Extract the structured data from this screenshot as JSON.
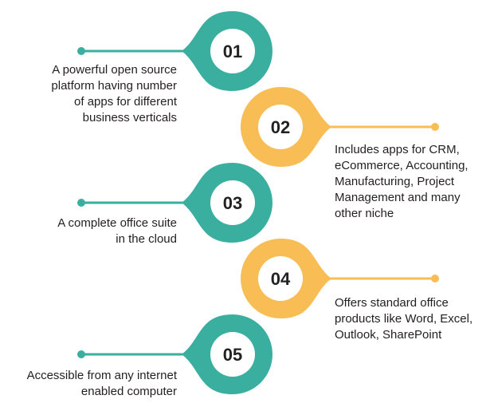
{
  "colors": {
    "teal": "#3aaf9f",
    "yellow": "#f8bd55",
    "text": "#231f20",
    "number": "#222222"
  },
  "steps": [
    {
      "number": "01",
      "color": "teal",
      "lines": [
        "A powerful open source",
        "platform having number",
        "of apps for different",
        "business verticals"
      ]
    },
    {
      "number": "02",
      "color": "yellow",
      "lines": [
        "Includes apps for CRM,",
        "eCommerce, Accounting,",
        "Manufacturing, Project",
        "Management and many",
        "other niche"
      ]
    },
    {
      "number": "03",
      "color": "teal",
      "lines": [
        "A complete office suite",
        "in the cloud"
      ]
    },
    {
      "number": "04",
      "color": "yellow",
      "lines": [
        "Offers standard office",
        "products like Word, Excel,",
        "Outlook, SharePoint"
      ]
    },
    {
      "number": "05",
      "color": "teal",
      "lines": [
        "Accessible from any internet",
        "enabled computer"
      ]
    }
  ]
}
